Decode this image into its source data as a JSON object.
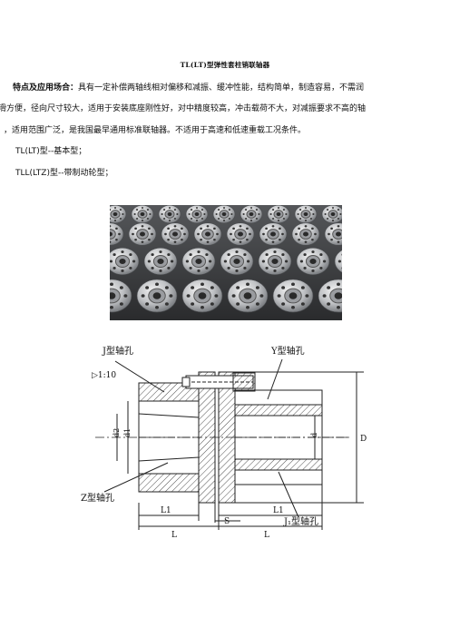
{
  "document": {
    "title": "TL(LT)型弹性套柱销联轴器",
    "para1": {
      "lead": "特点及应用场合：",
      "text": "具有一定补偿两轴线相对偏移和减振、缓冲性能，结构简单，制造容易，不需润"
    },
    "para2": "滑方便，径向尺寸较大，适用于安装底座刚性好，对中精度较高，冲击载荷不大，对减振要求不高的轴",
    "para3": "，适用范围广泛，是我国最早通用标准联轴器。不适用于高速和低速重载工况条件。",
    "type1": "TL(LT)型--基本型；",
    "type2": "TLL(LTZ)型--带制动轮型；"
  },
  "diagram": {
    "label_j": "J型轴孔",
    "label_y": "Y型轴孔",
    "label_z": "Z型轴孔",
    "label_j1": "J₁型轴孔",
    "taper": "▷1:10",
    "dim_d2": "d2",
    "dim_d1": "d1",
    "dim_d": "d",
    "dim_D": "D",
    "dim_L1": "L1",
    "dim_L1b": "L1",
    "dim_S": "S",
    "dim_L": "L",
    "dim_Lb": "L"
  }
}
